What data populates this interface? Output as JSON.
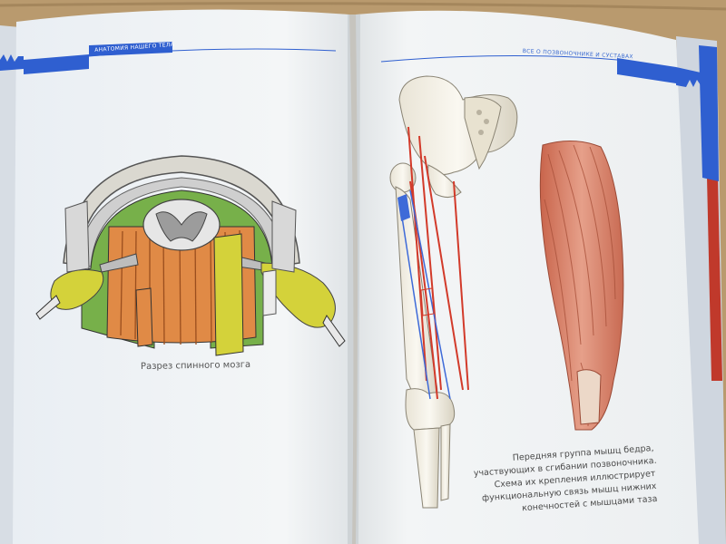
{
  "left_page": {
    "header": "АНАТОМИЯ НАШЕГО ТЕЛА",
    "caption": "Разрез спинного мозга"
  },
  "right_page": {
    "header": "ВСЕ О ПОЗВОНОЧНИКЕ И СУСТАВАХ",
    "caption_lines": [
      "Передняя группа мышц бедра,",
      "участвующих в сгибании позвоночника.",
      "Схема их крепления иллюстрирует",
      "функциональную связь мышц нижних",
      "конечностей с мышцами таза"
    ]
  },
  "colors": {
    "accent_blue": "#2f5fd0",
    "table": "#b99a6e",
    "muscle": "#d9816a",
    "fat_yellow": "#d4d23a"
  }
}
